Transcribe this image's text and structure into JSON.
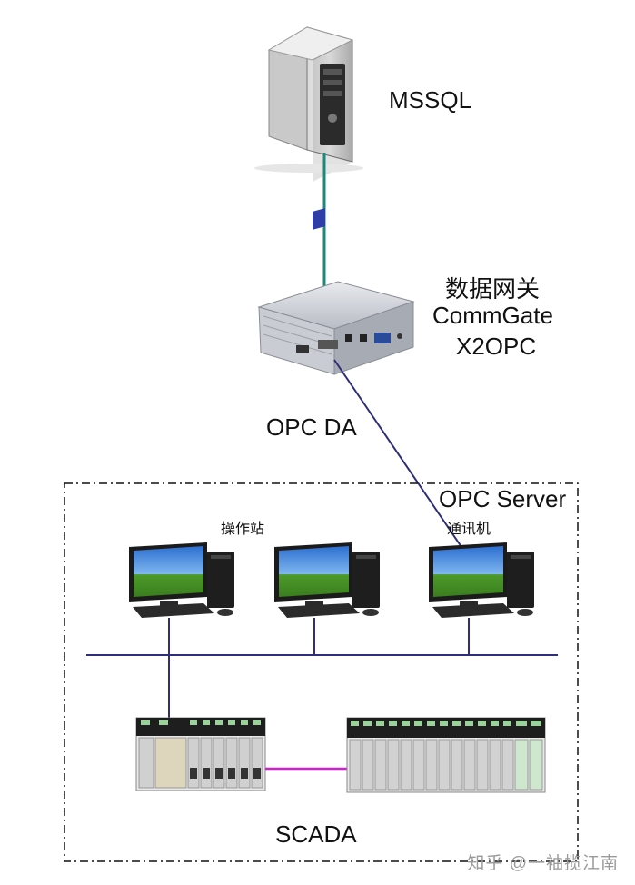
{
  "labels": {
    "db": "MSSQL",
    "gateway_line1": "数据网关",
    "gateway_line2": "CommGate",
    "gateway_line3": "X2OPC",
    "protocol": "OPC DA",
    "opc_server": "OPC Server",
    "operator_station": "操作站",
    "comm_machine": "通讯机",
    "scada": "SCADA",
    "watermark": "知乎 @一袖揽江南"
  },
  "colors": {
    "server_link": "#1a8a7e",
    "network_link": "#2e2e7a",
    "plc_link": "#d21fd2",
    "boundary": "#111111"
  },
  "icons": [
    "server-icon",
    "gateway-box-icon",
    "workstation-icon",
    "plc-rack-icon"
  ]
}
